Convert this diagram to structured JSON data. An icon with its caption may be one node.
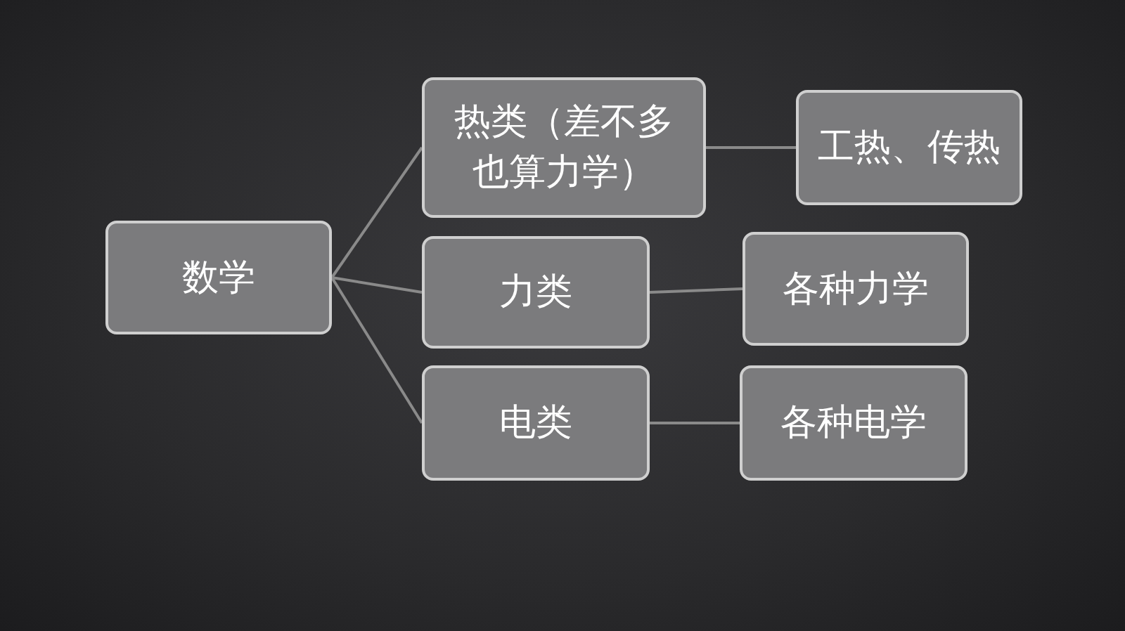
{
  "diagram": {
    "nodes": [
      {
        "text": [
          "数学"
        ]
      },
      {
        "text": [
          "热类（差不多也算力学）"
        ]
      },
      {
        "text": [
          "工热、传热"
        ]
      },
      {
        "text": [
          "力类"
        ]
      },
      {
        "text": [
          "各种力学"
        ]
      },
      {
        "text": [
          "电类"
        ]
      },
      {
        "text": [
          "各种电学"
        ]
      }
    ],
    "edges": [
      {
        "from": 0,
        "to": 1,
        "arrow": "none"
      },
      {
        "from": 0,
        "to": 3,
        "arrow": "none"
      },
      {
        "from": 0,
        "to": 5,
        "arrow": "none"
      },
      {
        "from": 1,
        "to": 2,
        "arrow": "none"
      },
      {
        "from": 3,
        "to": 4,
        "arrow": "none"
      },
      {
        "from": 5,
        "to": 6,
        "arrow": "none"
      }
    ]
  }
}
